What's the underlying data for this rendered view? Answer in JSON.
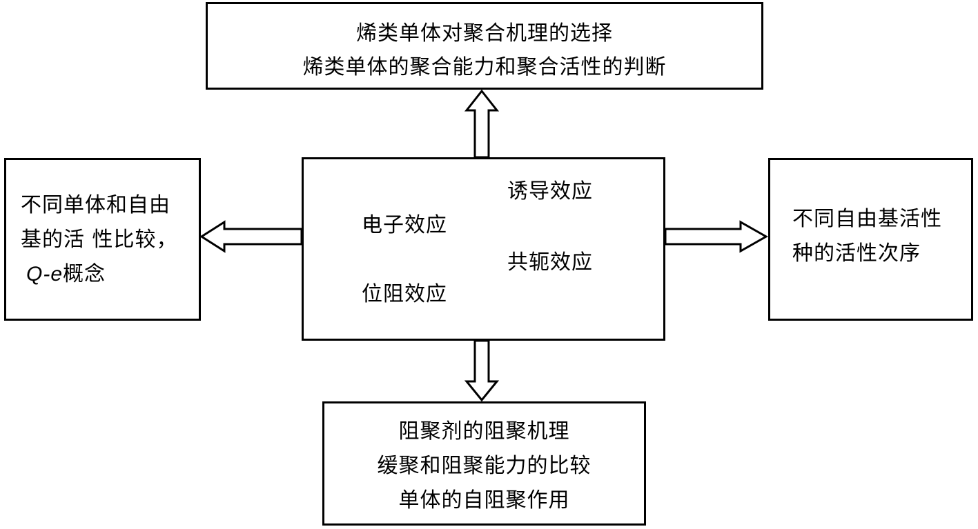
{
  "diagram": {
    "top_box": {
      "line1": "烯类单体对聚合机理的选择",
      "line2": "烯类单体的聚合能力和聚合活性的判断"
    },
    "center_box": {
      "electronic_effect": "电子效应",
      "inductive_effect": "诱导效应",
      "conjugation_effect": "共轭效应",
      "steric_effect": "位阻效应"
    },
    "left_box": {
      "line1": "不同单体和自由",
      "line2": "基的活 性比较，",
      "line3_italic": "Q-e",
      "line3_rest": "概念"
    },
    "right_box": {
      "line1": "不同自由基活性",
      "line2": "种的活性次序"
    },
    "bottom_box": {
      "line1": "阻聚剂的阻聚机理",
      "line2": "缓聚和阻聚能力的比较",
      "line3": "单体的自阻聚作用"
    }
  }
}
